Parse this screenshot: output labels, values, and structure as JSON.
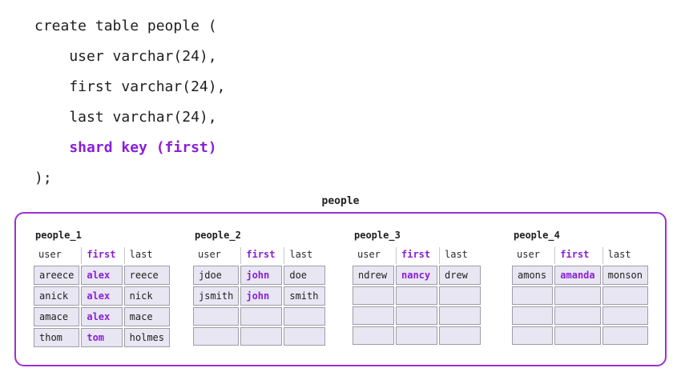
{
  "code": {
    "lines": [
      {
        "text": "create table people (",
        "highlight": false
      },
      {
        "text": "    user varchar(24),",
        "highlight": false
      },
      {
        "text": "    first varchar(24),",
        "highlight": false
      },
      {
        "text": "    last varchar(24),",
        "highlight": false
      },
      {
        "text": "    shard key (first)",
        "highlight": true
      },
      {
        "text": ");",
        "highlight": false
      }
    ]
  },
  "diagram": {
    "title": "people",
    "columns": [
      "user",
      "first",
      "last"
    ],
    "shard_key_column": "first",
    "shards": [
      {
        "name": "people_1",
        "rows": [
          [
            "areece",
            "alex",
            "reece"
          ],
          [
            "anick",
            "alex",
            "nick"
          ],
          [
            "amace",
            "alex",
            "mace"
          ],
          [
            "thom",
            "tom",
            "holmes"
          ]
        ]
      },
      {
        "name": "people_2",
        "rows": [
          [
            "jdoe",
            "john",
            "doe"
          ],
          [
            "jsmith",
            "john",
            "smith"
          ],
          [
            "",
            "",
            ""
          ],
          [
            "",
            "",
            ""
          ]
        ]
      },
      {
        "name": "people_3",
        "rows": [
          [
            "ndrew",
            "nancy",
            "drew"
          ],
          [
            "",
            "",
            ""
          ],
          [
            "",
            "",
            ""
          ],
          [
            "",
            "",
            ""
          ]
        ]
      },
      {
        "name": "people_4",
        "rows": [
          [
            "amons",
            "amanda",
            "monson"
          ],
          [
            "",
            "",
            ""
          ],
          [
            "",
            "",
            ""
          ],
          [
            "",
            "",
            ""
          ]
        ]
      }
    ]
  },
  "colors": {
    "accent": "#8a1fd6",
    "box_border": "#9b30d3",
    "cell_bg": "#e8e6f2",
    "cell_border": "#9d9da8",
    "header_separator": "#c8c8d2",
    "text": "#1e1e1e"
  }
}
